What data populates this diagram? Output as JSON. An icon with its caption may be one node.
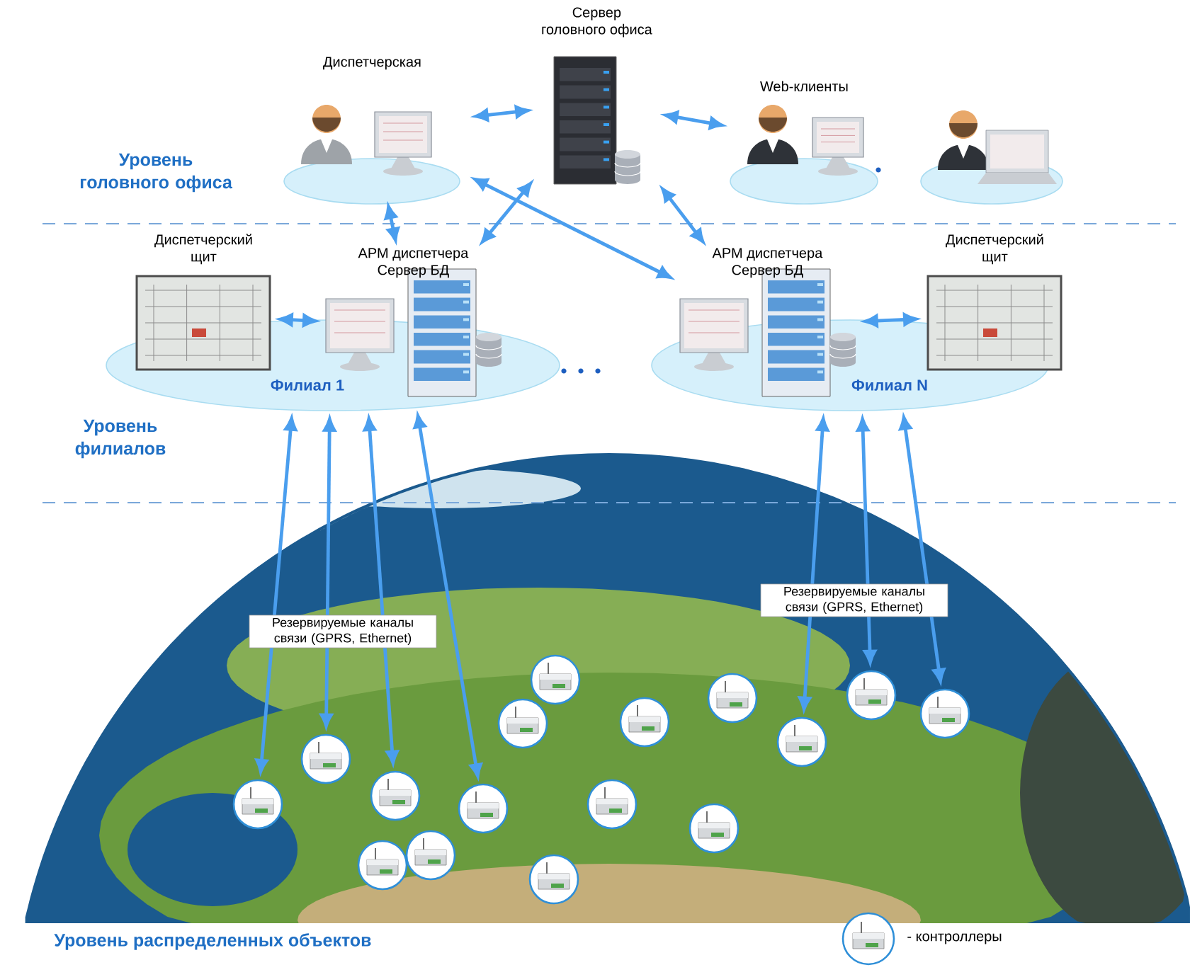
{
  "diagram": {
    "nodes": [
      {
        "text": [
          "Диспетчерская"
        ]
      },
      {
        "text": [
          "Сервер головного офиса"
        ]
      },
      {
        "text": [
          "Web-клиенты"
        ]
      },
      {
        "text": [],
        "shape": "picture"
      },
      {
        "text": [
          "Филиал 1"
        ]
      },
      {
        "text": [
          "Диспетчерский щит"
        ]
      },
      {
        "text": [
          "АРМ диспетчера Сервер БД"
        ]
      },
      {
        "text": [
          "Филиал N"
        ]
      },
      {
        "text": [
          "АРМ диспетчера Сервер БД"
        ]
      },
      {
        "text": [
          "Диспетчерский щит"
        ]
      },
      {
        "text": [],
        "shape": "circle"
      },
      {
        "text": [],
        "shape": "circle"
      },
      {
        "text": [],
        "shape": "circle"
      },
      {
        "text": [],
        "shape": "circle"
      },
      {
        "text": [],
        "shape": "circle"
      },
      {
        "text": [],
        "shape": "circle"
      },
      {
        "text": [],
        "shape": "circle"
      },
      {
        "text": [],
        "shape": "circle"
      },
      {
        "text": [],
        "shape": "circle"
      },
      {
        "text": [],
        "shape": "circle"
      },
      {
        "text": [],
        "shape": "circle"
      },
      {
        "text": [],
        "shape": "circle"
      },
      {
        "text": [],
        "shape": "circle"
      },
      {
        "text": [],
        "shape": "circle"
      },
      {
        "text": [],
        "shape": "circle"
      },
      {
        "text": [],
        "shape": "circle"
      }
    ],
    "edges": [
      {
        "from": 0,
        "to": 1,
        "arrow": "both"
      },
      {
        "from": 1,
        "to": 2,
        "arrow": "both"
      },
      {
        "from": 0,
        "to": 6,
        "arrow": "both"
      },
      {
        "from": 1,
        "to": 6,
        "arrow": "both"
      },
      {
        "from": 1,
        "to": 8,
        "arrow": "both"
      },
      {
        "from": 0,
        "to": 8,
        "arrow": "both"
      },
      {
        "from": 5,
        "to": 6,
        "arrow": "both"
      },
      {
        "from": 8,
        "to": 9,
        "arrow": "both"
      },
      {
        "from": 4,
        "to": 19,
        "arrow": "both"
      },
      {
        "from": 4,
        "to": 17,
        "arrow": "both"
      },
      {
        "from": 4,
        "to": 18,
        "arrow": "both"
      },
      {
        "from": 4,
        "to": 21,
        "arrow": "both"
      },
      {
        "from": 7,
        "to": 16,
        "arrow": "both"
      },
      {
        "from": 7,
        "to": 11,
        "arrow": "both"
      },
      {
        "from": 7,
        "to": 13,
        "arrow": "both"
      }
    ],
    "labels": [
      "Уровень головного офиса",
      "Уровень филиалов",
      "Резервируемые каналы связи (GPRS, Ethernet)",
      "Резервируемые каналы связи (GPRS, Ethernet)",
      "Уровень распределенных объектов"
    ],
    "legend": [
      {
        "text": "- контроллеры"
      }
    ]
  }
}
